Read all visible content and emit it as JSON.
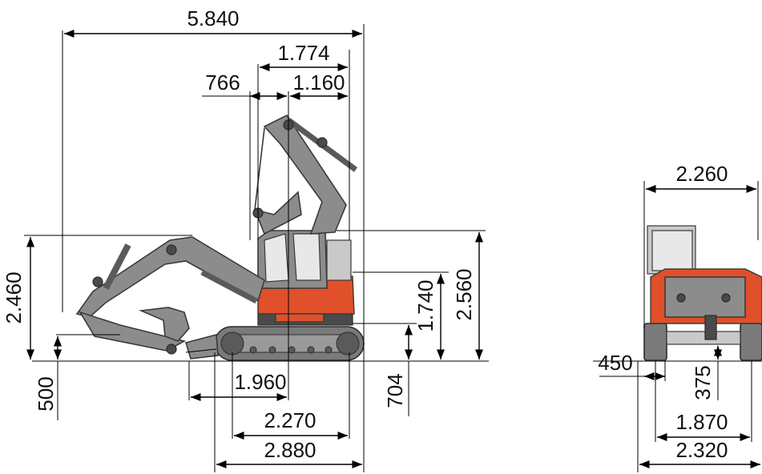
{
  "side_view": {
    "dims": {
      "overall_length": "5.840",
      "tail_to_front": "1.774",
      "left_offset": "766",
      "swing_radius": "1.160",
      "boom_height_left": "2.460",
      "dig_depth_small": "500",
      "blade_reach": "1.960",
      "track_length": "2.270",
      "overall_track": "2.880",
      "blade_height": "704",
      "counterweight_height": "1.740",
      "cab_height": "2.560"
    }
  },
  "rear_view": {
    "dims": {
      "overall_width": "2.260",
      "shoe_width": "450",
      "ground_clearance": "375",
      "track_gauge": "1.870",
      "track_width": "2.320"
    }
  },
  "colors": {
    "machine_body": "#8c8c8c",
    "accent_orange": "#e0502a"
  }
}
